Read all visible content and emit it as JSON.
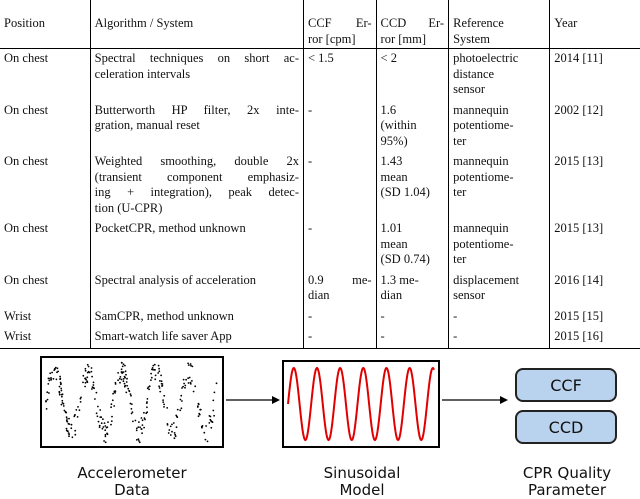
{
  "table": {
    "headers": {
      "position": "Position",
      "algorithm": "Algorithm / System",
      "ccf_line1": "CCF Er-",
      "ccf_line2": "ror [cpm]",
      "ccd_line1": "CCD Er-",
      "ccd_line2": "ror [mm]",
      "reference_line1": "Reference",
      "reference_line2": "System",
      "year": "Year"
    },
    "rows": [
      {
        "position": "On chest",
        "algorithm": [
          "Spectral techniques on short ac-",
          "celeration intervals"
        ],
        "ccf": [
          "< 1.5"
        ],
        "ccd": [
          "< 2"
        ],
        "reference": [
          "photoelectric",
          "distance",
          "sensor"
        ],
        "year": "2014 [11]"
      },
      {
        "position": "On chest",
        "algorithm": [
          "Butterworth HP filter, 2x inte-",
          "gration, manual reset"
        ],
        "ccf": [
          "-"
        ],
        "ccd": [
          "1.6",
          "(within",
          "95%)"
        ],
        "reference": [
          "mannequin",
          "potentiome-",
          "ter"
        ],
        "year": "2002 [12]"
      },
      {
        "position": "On chest",
        "algorithm": [
          "Weighted smoothing, double 2x",
          "(transient component emphasiz-",
          "ing + integration), peak detec-",
          "tion (U-CPR)"
        ],
        "ccf": [
          "-"
        ],
        "ccd": [
          "1.43",
          "mean",
          "(SD 1.04)"
        ],
        "reference": [
          "mannequin",
          "potentiome-",
          "ter"
        ],
        "year": "2015 [13]"
      },
      {
        "position": "On chest",
        "algorithm": [
          "PocketCPR, method unknown"
        ],
        "ccf": [
          "-"
        ],
        "ccd": [
          "1.01",
          "mean",
          "(SD 0.74)"
        ],
        "reference": [
          "mannequin",
          "potentiome-",
          "ter"
        ],
        "year": "2015 [13]"
      },
      {
        "position": "On chest",
        "algorithm": [
          "Spectral analysis of acceleration"
        ],
        "ccf": [
          "0.9 me-",
          "dian"
        ],
        "ccd": [
          "1.3 me-",
          "dian"
        ],
        "reference": [
          "displacement",
          "sensor"
        ],
        "year": "2016 [14]"
      },
      {
        "position": "Wrist",
        "algorithm": [
          "SamCPR, method unknown"
        ],
        "ccf": [
          "-"
        ],
        "ccd": [
          "-"
        ],
        "reference": [
          "-"
        ],
        "year": "2015 [15]"
      },
      {
        "position": "Wrist",
        "algorithm": [
          "Smart-watch life saver App"
        ],
        "ccf": [
          "-"
        ],
        "ccd": [
          "-"
        ],
        "reference": [
          "-"
        ],
        "year": "2015 [16]"
      }
    ]
  },
  "figure": {
    "accelerometer_label": [
      "Accelerometer",
      "Data"
    ],
    "sinusoidal_label": [
      "Sinusoidal",
      "Model"
    ],
    "output_label": [
      "CPR Quality",
      "Parameter"
    ],
    "outputs": [
      "CCF",
      "CCD"
    ],
    "colors": {
      "sine_wave": "#e00000",
      "param_box_fill": "#b9d2ee",
      "scatter_points": "#000000"
    }
  }
}
